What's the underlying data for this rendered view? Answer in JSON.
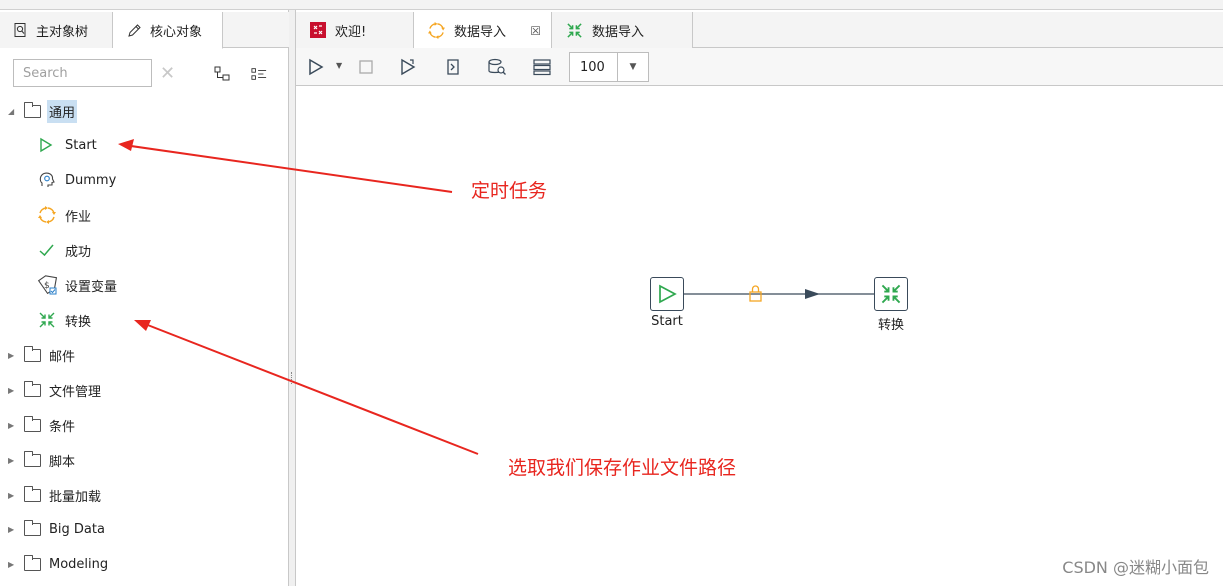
{
  "left_panel": {
    "tabs": [
      {
        "label": "主对象树",
        "icon": "search-doc-icon"
      },
      {
        "label": "核心对象",
        "icon": "pencil-icon"
      }
    ],
    "search": {
      "placeholder": "Search",
      "value": ""
    },
    "tree": {
      "general": {
        "label": "通用",
        "children": [
          {
            "label": "Start",
            "icon": "play-icon"
          },
          {
            "label": "Dummy",
            "icon": "dummy-head-icon"
          },
          {
            "label": "作业",
            "icon": "job-arrows-icon"
          },
          {
            "label": "成功",
            "icon": "check-icon"
          },
          {
            "label": "设置变量",
            "icon": "variable-tag-icon"
          },
          {
            "label": "转换",
            "icon": "transform-arrows-icon"
          }
        ]
      },
      "folders": [
        {
          "label": "邮件"
        },
        {
          "label": "文件管理"
        },
        {
          "label": "条件"
        },
        {
          "label": "脚本"
        },
        {
          "label": "批量加载"
        },
        {
          "label": "Big Data"
        },
        {
          "label": "Modeling"
        }
      ]
    }
  },
  "right_panel": {
    "tabs": [
      {
        "label": "欢迎!",
        "icon": "welcome-icon"
      },
      {
        "label": "数据导入",
        "icon": "job-arrows-icon",
        "closable": true
      },
      {
        "label": "数据导入",
        "icon": "transform-arrows-icon"
      }
    ],
    "toolbar": {
      "zoom": "100"
    },
    "canvas": {
      "nodes": [
        {
          "label": "Start",
          "icon": "play-icon"
        },
        {
          "label": "转换",
          "icon": "transform-arrows-icon"
        }
      ]
    }
  },
  "annotations": {
    "timer_task": "定时任务",
    "select_path": "选取我们保存作业文件路径"
  },
  "watermark": "CSDN @迷糊小面包",
  "colors": {
    "annotation": "#e8261f",
    "start_green": "#2fa84f",
    "job_orange": "#f5a623",
    "hop_line": "#3a4a5a"
  }
}
